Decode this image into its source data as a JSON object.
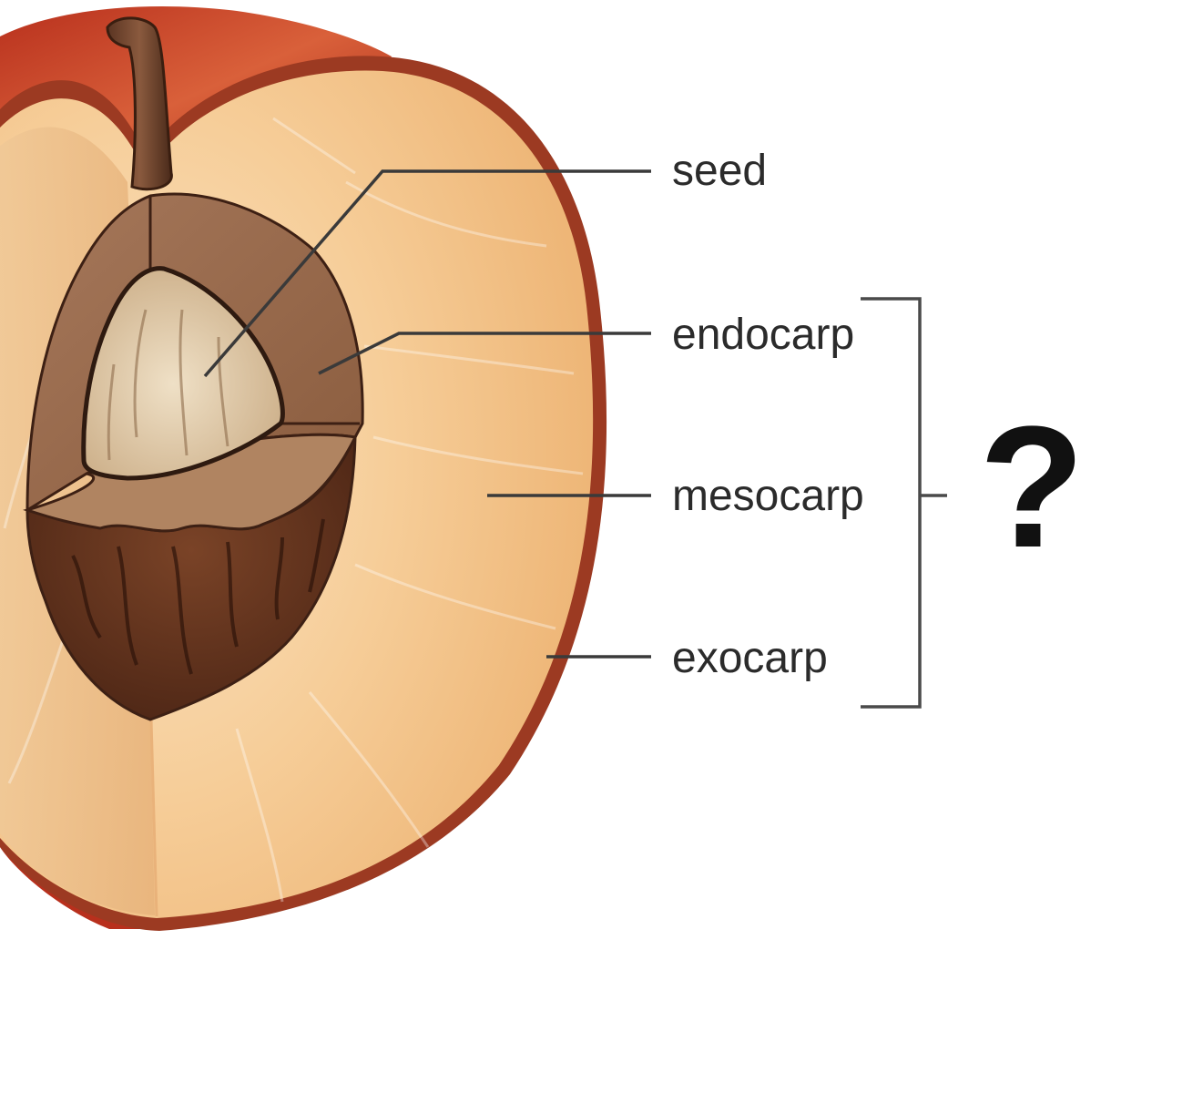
{
  "diagram": {
    "labels": {
      "seed": "seed",
      "endocarp": "endocarp",
      "mesocarp": "mesocarp",
      "exocarp": "exocarp"
    },
    "bracket_label": "?"
  },
  "colors": {
    "skin_red": "#c9402a",
    "skin_dark": "#8f1f12",
    "flesh_light": "#fbe1bd",
    "flesh_mid": "#f2bf86",
    "pit_brown": "#6b3a22",
    "pit_light": "#a77a55",
    "seed_cream": "#e8d5b6",
    "outline": "#3d2014"
  }
}
